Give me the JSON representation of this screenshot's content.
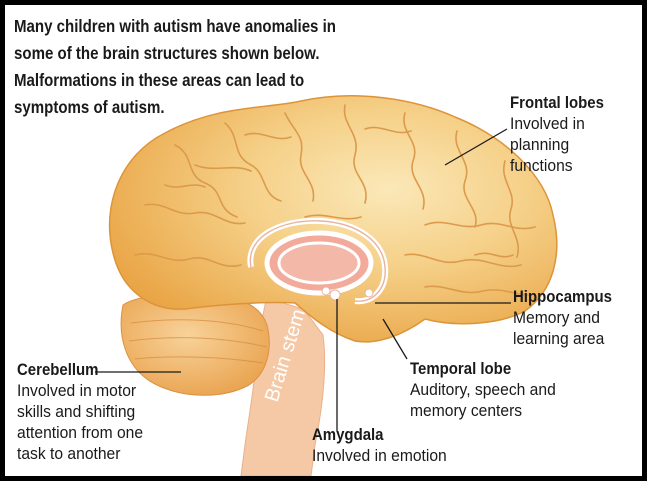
{
  "intro": {
    "lines": [
      "Many children with autism have anomalies in",
      "some of the brain structures shown below.",
      "Malformations in these areas can lead to",
      "symptoms of autism."
    ]
  },
  "labels": {
    "frontal": {
      "title": "Frontal lobes",
      "lines": [
        "Involved in",
        "planning",
        "functions"
      ]
    },
    "hippocampus": {
      "title": "Hippocampus",
      "lines": [
        "Memory and",
        "learning area"
      ]
    },
    "temporal": {
      "title": "Temporal lobe",
      "lines": [
        "Auditory, speech and",
        "memory centers"
      ]
    },
    "amygdala": {
      "title": "Amygdala",
      "lines": [
        "Involved in emotion"
      ]
    },
    "cerebellum": {
      "title": "Cerebellum",
      "lines": [
        "Involved in motor",
        "skills and shifting",
        "attention from one",
        "task to another"
      ]
    },
    "brain_stem": "Brain stem"
  },
  "colors": {
    "border": "#000000",
    "cerebrum": "#f2c46c",
    "cerebrum_edge": "#e8a23a",
    "cerebellum": "#f0b45c",
    "stem": "#f6c9a6",
    "limbic": "#f2aa9a",
    "text": "#1a1a1a"
  }
}
